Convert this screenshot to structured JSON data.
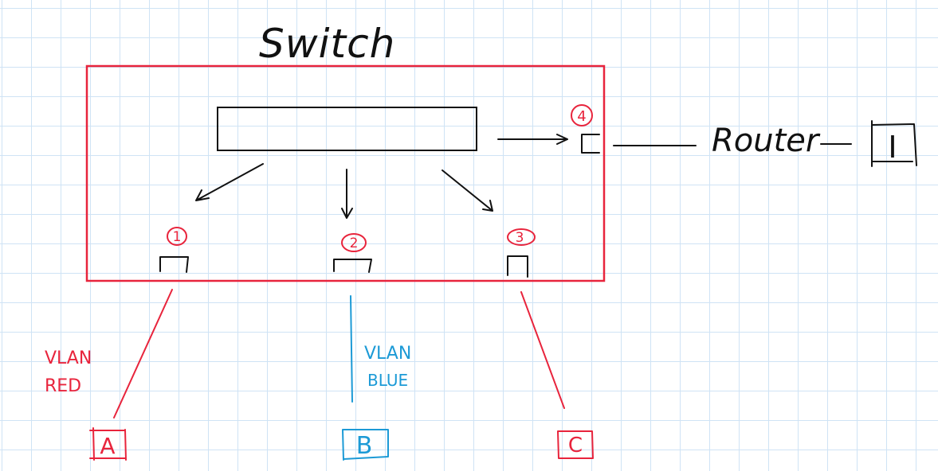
{
  "title": "Switch",
  "router": {
    "label": "Router",
    "device": "I"
  },
  "ports": [
    {
      "number": "1"
    },
    {
      "number": "2"
    },
    {
      "number": "3"
    },
    {
      "number": "4"
    }
  ],
  "devices": {
    "a": "A",
    "b": "B",
    "c": "C"
  },
  "vlans": {
    "red": {
      "line1": "VLAN",
      "line2": "RED",
      "color": "#e8243c"
    },
    "blue": {
      "line1": "VLAN",
      "line2": "BLUE",
      "color": "#1c9ad6"
    }
  },
  "colors": {
    "ink": "#111111",
    "switch_border": "#e8243c",
    "grid": "#cfe3f5"
  }
}
